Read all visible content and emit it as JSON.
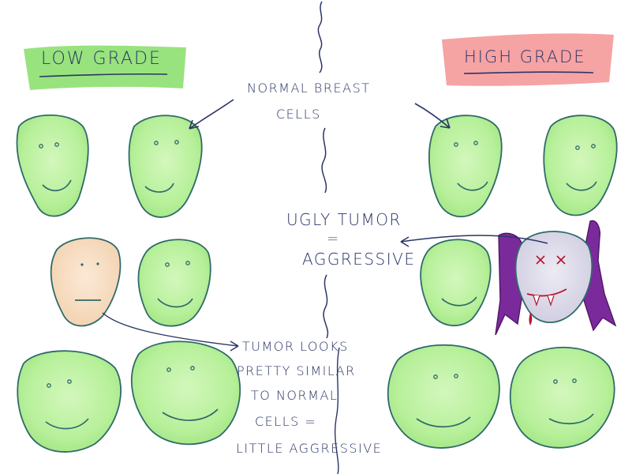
{
  "titles": {
    "low": "LOW GRADE",
    "high": "HIGH GRADE",
    "low_color": "#8de070",
    "high_color": "#f5999a"
  },
  "labels": {
    "normal_line1": "NORMAL BREAST",
    "normal_line2": "CELLS",
    "ugly_line1": "UGLY TUMOR",
    "ugly_equals": "=",
    "ugly_line2": "AGGRESSIVE",
    "tumor_line1": "TUMOR LOOKS",
    "tumor_line2": "PRETTY SIMILAR",
    "tumor_line3": "TO NORMAL",
    "tumor_line4": "CELLS =",
    "tumor_line5": "LITTLE AGGRESSIVE"
  },
  "colors": {
    "normal_cell_fill": "#b7f09a",
    "cell_outline": "#2f6a6a",
    "tumor_cell_fill": "#f7dcbf",
    "vampire_cell_fill": "#d9d6e6",
    "cape": "#7b2a9c",
    "blood": "#b3162c",
    "ink": "#2b3566"
  },
  "icons": {
    "normal_cell": "smiling-cell-icon",
    "tumor_cell": "neutral-cell-icon",
    "vampire_cell": "vampire-cell-icon"
  }
}
